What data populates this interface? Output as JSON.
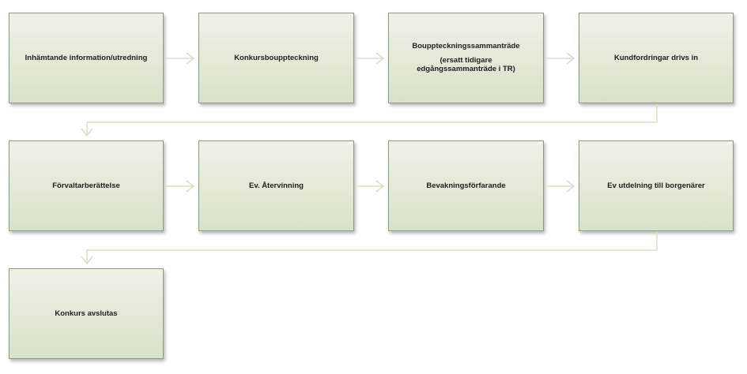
{
  "steps": [
    {
      "id": "step1",
      "label": "Inhämtande information/utredning"
    },
    {
      "id": "step2",
      "label": "Konkursbouppteckning"
    },
    {
      "id": "step3",
      "label": "Bouppteckningssammanträde",
      "note": "(ersatt tidigare edgångssammanträde i TR)"
    },
    {
      "id": "step4",
      "label": "Kundfordringar drivs in"
    },
    {
      "id": "step5",
      "label": "Förvaltarberättelse"
    },
    {
      "id": "step6",
      "label": "Ev. Återvinning"
    },
    {
      "id": "step7",
      "label": "Bevakningsförfarande"
    },
    {
      "id": "step8",
      "label": "Ev utdelning till borgenärer"
    },
    {
      "id": "step9",
      "label": "Konkurs avslutas"
    }
  ],
  "colors": {
    "box_fill_top": "#eef2e6",
    "box_fill_bottom": "#d8e2c8",
    "box_border": "#8e9a7e",
    "connector": "#d7e0c6"
  }
}
